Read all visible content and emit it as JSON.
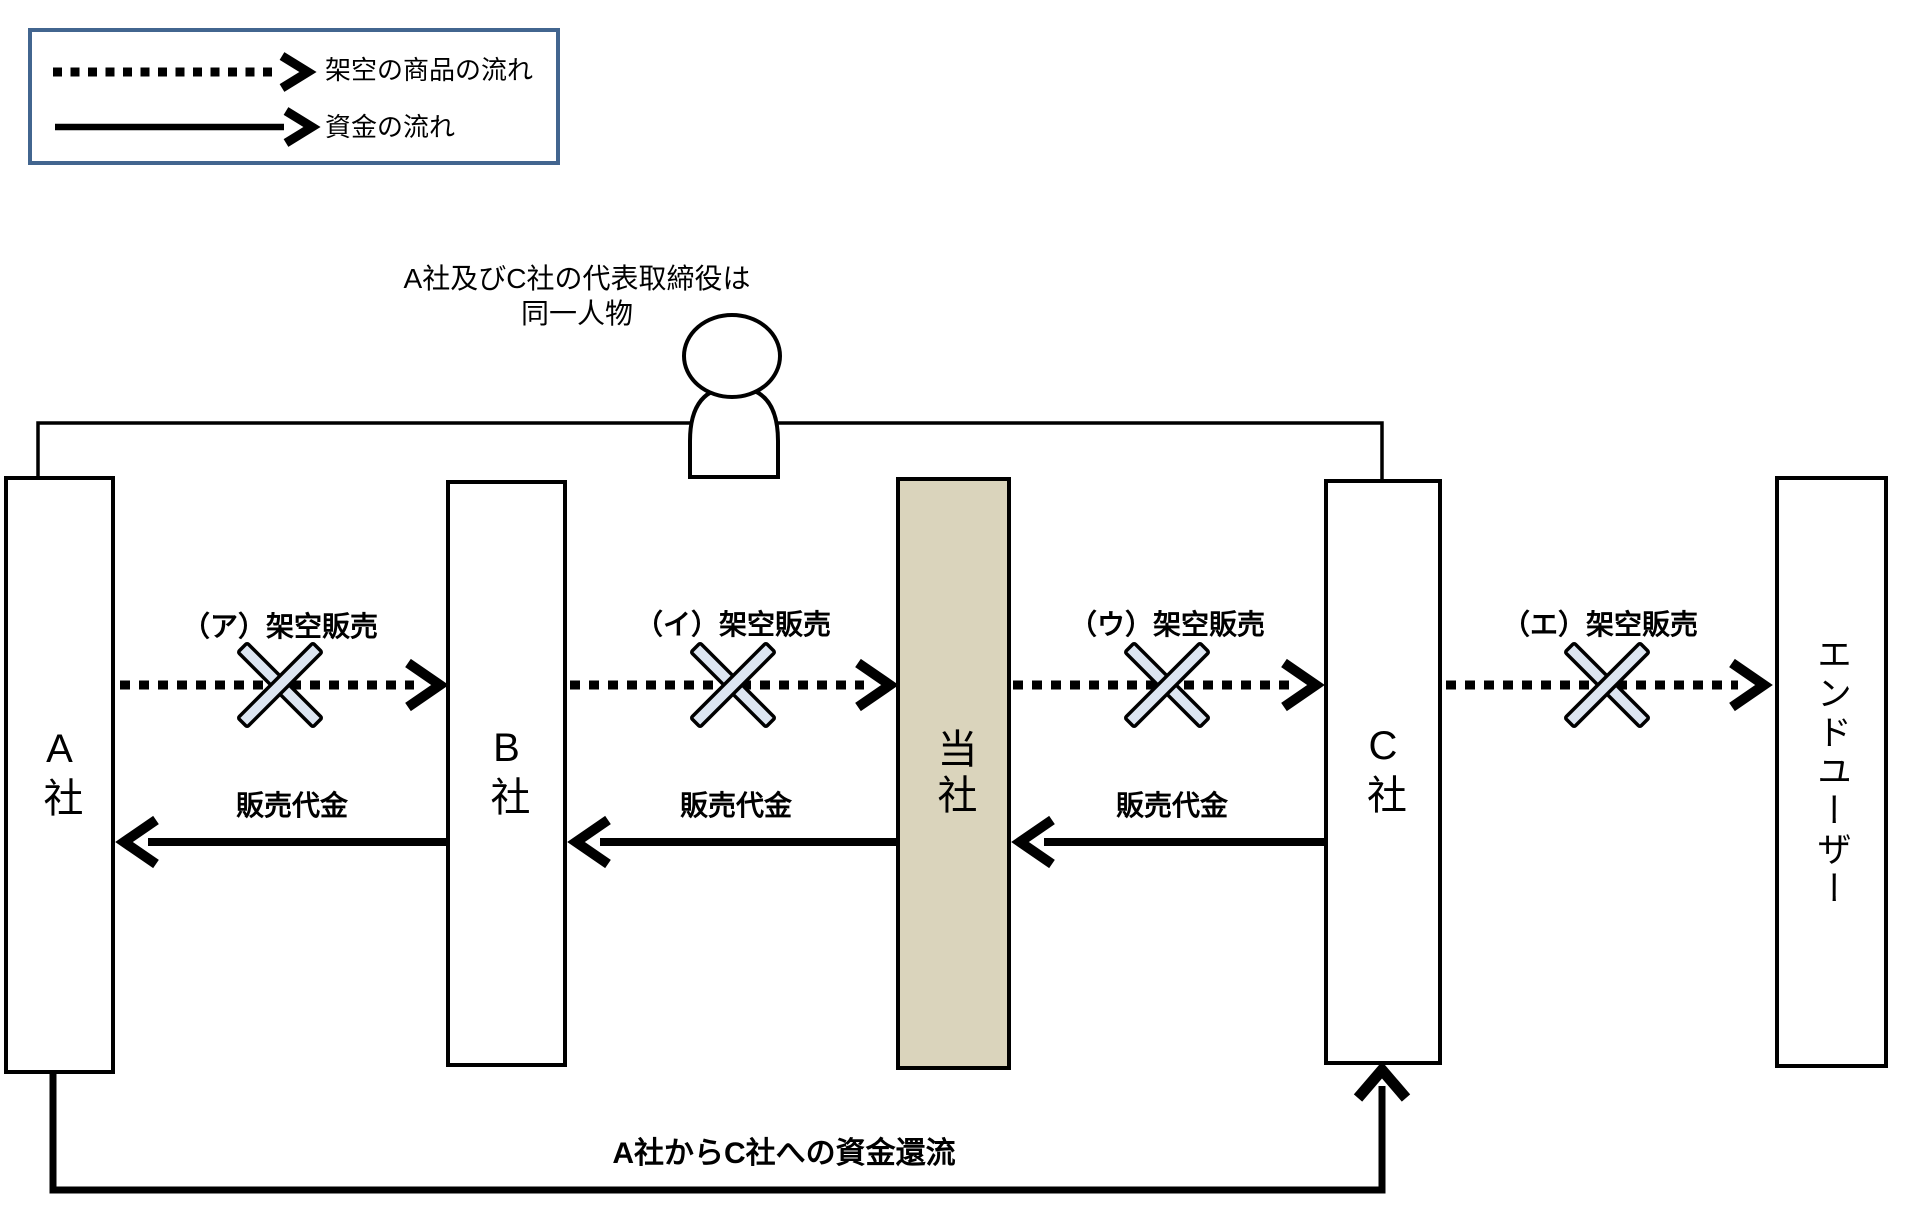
{
  "legend": {
    "items": [
      {
        "label": "架空の商品の流れ",
        "style": "dotted-arrow"
      },
      {
        "label": "資金の流れ",
        "style": "solid-arrow"
      }
    ]
  },
  "note": {
    "line1": "A社及びC社の代表取締役は",
    "line2": "同一人物"
  },
  "entities": [
    {
      "id": "company-a",
      "label": "A社",
      "highlighted": false
    },
    {
      "id": "company-b",
      "label": "B社",
      "highlighted": false
    },
    {
      "id": "own-company",
      "label": "当社",
      "highlighted": true
    },
    {
      "id": "company-c",
      "label": "C社",
      "highlighted": false
    },
    {
      "id": "end-user",
      "label": "エンドユーザー",
      "highlighted": false
    }
  ],
  "flows": {
    "fictitious_sales": [
      {
        "label": "（ア）架空販売",
        "from": "A社",
        "to": "B社",
        "crossed_out": true
      },
      {
        "label": "（イ）架空販売",
        "from": "B社",
        "to": "当社",
        "crossed_out": true
      },
      {
        "label": "（ウ）架空販売",
        "from": "当社",
        "to": "C社",
        "crossed_out": true
      },
      {
        "label": "（エ）架空販売",
        "from": "C社",
        "to": "エンドユーザー",
        "crossed_out": true
      }
    ],
    "payments": [
      {
        "label": "販売代金",
        "from": "B社",
        "to": "A社"
      },
      {
        "label": "販売代金",
        "from": "当社",
        "to": "B社"
      },
      {
        "label": "販売代金",
        "from": "C社",
        "to": "当社"
      }
    ],
    "kickback": {
      "label": "A社からC社への資金還流",
      "from": "A社",
      "to": "C社"
    }
  },
  "colors": {
    "own_company_fill": "#DAD4BC",
    "legend_border": "#42658F",
    "x_mark_fill": "#DCE5F1",
    "line_color": "#000000"
  }
}
